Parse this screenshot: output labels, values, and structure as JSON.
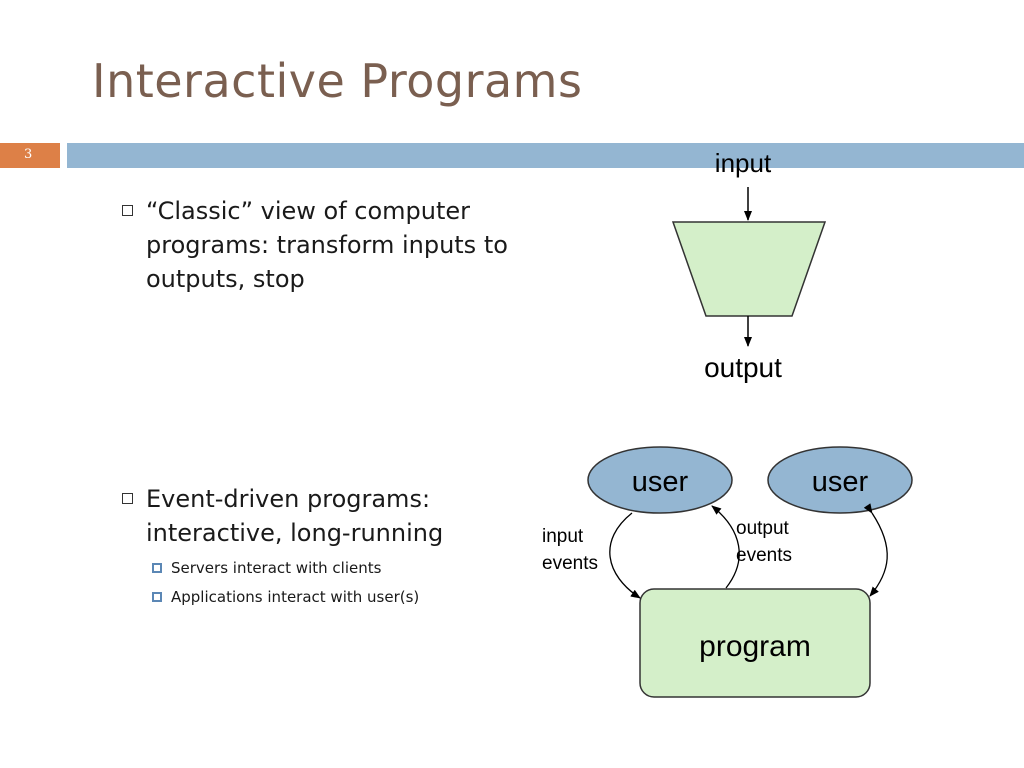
{
  "slide": {
    "title": "Interactive Programs",
    "number": "3"
  },
  "bullets": [
    {
      "text": "“Classic” view of computer programs: transform inputs to outputs, stop"
    },
    {
      "text": "Event-driven programs: interactive, long-running",
      "subitems": [
        "Servers interact with clients",
        "Applications interact with user(s)"
      ]
    }
  ],
  "diagram_classic": {
    "input_label": "input",
    "output_label": "output"
  },
  "diagram_event": {
    "user_left": "user",
    "user_right": "user",
    "program": "program",
    "input_events": [
      "input",
      "events"
    ],
    "output_events": [
      "output",
      "events"
    ]
  },
  "colors": {
    "title": "#7a5f50",
    "accent_orange": "#dd8047",
    "header_bar": "#94b6d2",
    "user_fill": "#94b6d2",
    "program_fill": "#d4efc9"
  }
}
